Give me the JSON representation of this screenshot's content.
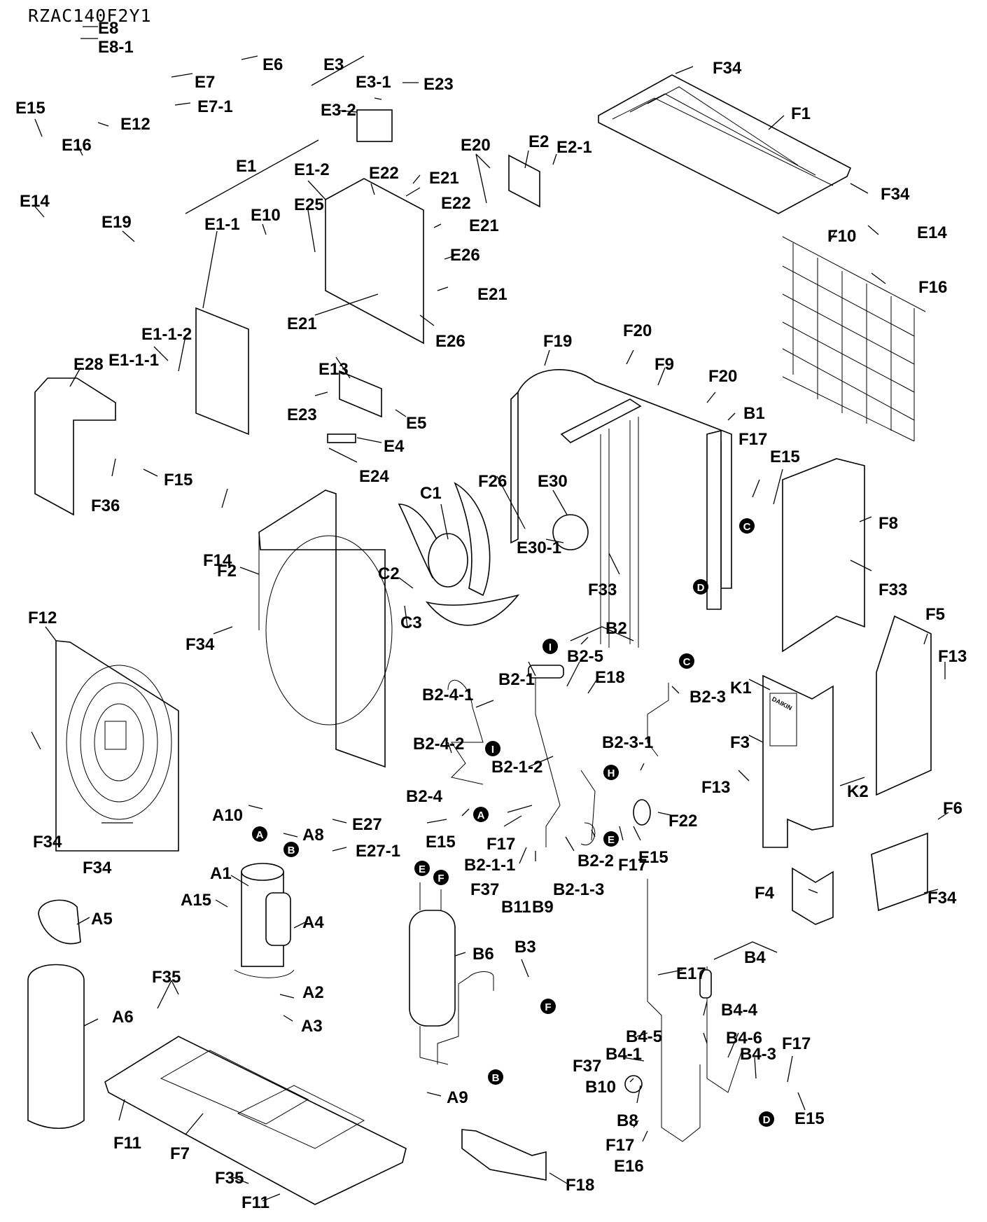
{
  "title": "RZAC140F2Y1",
  "brand_on_panel": "DAIKIN",
  "callouts": [
    {
      "id": "E8",
      "label": "E8"
    },
    {
      "id": "E8-1",
      "label": "E8-1"
    },
    {
      "id": "E6",
      "label": "E6"
    },
    {
      "id": "E7",
      "label": "E7"
    },
    {
      "id": "E7-1",
      "label": "E7-1"
    },
    {
      "id": "E3",
      "label": "E3"
    },
    {
      "id": "E3-1",
      "label": "E3-1"
    },
    {
      "id": "E3-2",
      "label": "E3-2"
    },
    {
      "id": "E23a",
      "label": "E23"
    },
    {
      "id": "E15a",
      "label": "E15"
    },
    {
      "id": "E16a",
      "label": "E16"
    },
    {
      "id": "E12",
      "label": "E12"
    },
    {
      "id": "E14a",
      "label": "E14"
    },
    {
      "id": "E19",
      "label": "E19"
    },
    {
      "id": "E1",
      "label": "E1"
    },
    {
      "id": "E1-1",
      "label": "E1-1"
    },
    {
      "id": "E1-2",
      "label": "E1-2"
    },
    {
      "id": "E10",
      "label": "E10"
    },
    {
      "id": "E25",
      "label": "E25"
    },
    {
      "id": "E22a",
      "label": "E22"
    },
    {
      "id": "E22b",
      "label": "E22"
    },
    {
      "id": "E21a",
      "label": "E21"
    },
    {
      "id": "E21b",
      "label": "E21"
    },
    {
      "id": "E21c",
      "label": "E21"
    },
    {
      "id": "E21d",
      "label": "E21"
    },
    {
      "id": "E26a",
      "label": "E26"
    },
    {
      "id": "E26b",
      "label": "E26"
    },
    {
      "id": "E20",
      "label": "E20"
    },
    {
      "id": "E2",
      "label": "E2"
    },
    {
      "id": "E2-1",
      "label": "E2-1"
    },
    {
      "id": "F34a",
      "label": "F34"
    },
    {
      "id": "F1",
      "label": "F1"
    },
    {
      "id": "F34b",
      "label": "F34"
    },
    {
      "id": "F10",
      "label": "F10"
    },
    {
      "id": "E14b",
      "label": "E14"
    },
    {
      "id": "F16",
      "label": "F16"
    },
    {
      "id": "E1-1-2",
      "label": "E1-1-2"
    },
    {
      "id": "E1-1-1",
      "label": "E1-1-1"
    },
    {
      "id": "E28",
      "label": "E28"
    },
    {
      "id": "E13",
      "label": "E13"
    },
    {
      "id": "E23b",
      "label": "E23"
    },
    {
      "id": "E5",
      "label": "E5"
    },
    {
      "id": "E4",
      "label": "E4"
    },
    {
      "id": "E24",
      "label": "E24"
    },
    {
      "id": "F15",
      "label": "F15"
    },
    {
      "id": "F36",
      "label": "F36"
    },
    {
      "id": "F19",
      "label": "F19"
    },
    {
      "id": "F20a",
      "label": "F20"
    },
    {
      "id": "F9",
      "label": "F9"
    },
    {
      "id": "F20b",
      "label": "F20"
    },
    {
      "id": "B1",
      "label": "B1"
    },
    {
      "id": "F17a",
      "label": "F17"
    },
    {
      "id": "E15b",
      "label": "E15"
    },
    {
      "id": "F8",
      "label": "F8"
    },
    {
      "id": "F33a",
      "label": "F33"
    },
    {
      "id": "F26",
      "label": "F26"
    },
    {
      "id": "E30",
      "label": "E30"
    },
    {
      "id": "E30-1",
      "label": "E30-1"
    },
    {
      "id": "F33b",
      "label": "F33"
    },
    {
      "id": "C1",
      "label": "C1"
    },
    {
      "id": "C2",
      "label": "C2"
    },
    {
      "id": "C3",
      "label": "C3"
    },
    {
      "id": "F14",
      "label": "F14"
    },
    {
      "id": "F2",
      "label": "F2"
    },
    {
      "id": "F34c",
      "label": "F34"
    },
    {
      "id": "F12",
      "label": "F12"
    },
    {
      "id": "F34d",
      "label": "F34"
    },
    {
      "id": "F34e",
      "label": "F34"
    },
    {
      "id": "B2",
      "label": "B2"
    },
    {
      "id": "B2-5",
      "label": "B2-5"
    },
    {
      "id": "E18",
      "label": "E18"
    },
    {
      "id": "B2-1",
      "label": "B2-1"
    },
    {
      "id": "B2-4-1",
      "label": "B2-4-1"
    },
    {
      "id": "B2-4-2",
      "label": "B2-4-2"
    },
    {
      "id": "B2-1-2",
      "label": "B2-1-2"
    },
    {
      "id": "B2-3",
      "label": "B2-3"
    },
    {
      "id": "B2-3-1",
      "label": "B2-3-1"
    },
    {
      "id": "B2-4",
      "label": "B2-4"
    },
    {
      "id": "E15c",
      "label": "E15"
    },
    {
      "id": "F17b",
      "label": "F17"
    },
    {
      "id": "B2-1-1",
      "label": "B2-1-1"
    },
    {
      "id": "F37a",
      "label": "F37"
    },
    {
      "id": "B11",
      "label": "B11"
    },
    {
      "id": "B9",
      "label": "B9"
    },
    {
      "id": "B2-1-3",
      "label": "B2-1-3"
    },
    {
      "id": "B2-2",
      "label": "B2-2"
    },
    {
      "id": "F17c",
      "label": "F17"
    },
    {
      "id": "E15d",
      "label": "E15"
    },
    {
      "id": "F22",
      "label": "F22"
    },
    {
      "id": "F5",
      "label": "F5"
    },
    {
      "id": "F13a",
      "label": "F13"
    },
    {
      "id": "K1",
      "label": "K1"
    },
    {
      "id": "F3",
      "label": "F3"
    },
    {
      "id": "F13b",
      "label": "F13"
    },
    {
      "id": "K2",
      "label": "K2"
    },
    {
      "id": "F6",
      "label": "F6"
    },
    {
      "id": "F4",
      "label": "F4"
    },
    {
      "id": "F34f",
      "label": "F34"
    },
    {
      "id": "A10",
      "label": "A10"
    },
    {
      "id": "A8",
      "label": "A8"
    },
    {
      "id": "E27",
      "label": "E27"
    },
    {
      "id": "E27-1",
      "label": "E27-1"
    },
    {
      "id": "A1",
      "label": "A1"
    },
    {
      "id": "A15",
      "label": "A15"
    },
    {
      "id": "A4",
      "label": "A4"
    },
    {
      "id": "A5",
      "label": "A5"
    },
    {
      "id": "A2",
      "label": "A2"
    },
    {
      "id": "A3",
      "label": "A3"
    },
    {
      "id": "A6",
      "label": "A6"
    },
    {
      "id": "F35a",
      "label": "F35"
    },
    {
      "id": "F11a",
      "label": "F11"
    },
    {
      "id": "F7",
      "label": "F7"
    },
    {
      "id": "F35b",
      "label": "F35"
    },
    {
      "id": "F11b",
      "label": "F11"
    },
    {
      "id": "B6",
      "label": "B6"
    },
    {
      "id": "B3",
      "label": "B3"
    },
    {
      "id": "A9",
      "label": "A9"
    },
    {
      "id": "F18",
      "label": "F18"
    },
    {
      "id": "B4",
      "label": "B4"
    },
    {
      "id": "E17",
      "label": "E17"
    },
    {
      "id": "B4-4",
      "label": "B4-4"
    },
    {
      "id": "B4-5",
      "label": "B4-5"
    },
    {
      "id": "B4-6",
      "label": "B4-6"
    },
    {
      "id": "B4-1",
      "label": "B4-1"
    },
    {
      "id": "B4-3",
      "label": "B4-3"
    },
    {
      "id": "F37b",
      "label": "F37"
    },
    {
      "id": "B10",
      "label": "B10"
    },
    {
      "id": "B8",
      "label": "B8"
    },
    {
      "id": "F17d",
      "label": "F17"
    },
    {
      "id": "E16b",
      "label": "E16"
    },
    {
      "id": "F17e",
      "label": "F17"
    },
    {
      "id": "E15e",
      "label": "E15"
    }
  ],
  "reference_markers": [
    {
      "id": "refC1",
      "letter": "C"
    },
    {
      "id": "refD1",
      "letter": "D"
    },
    {
      "id": "refI1",
      "letter": "I"
    },
    {
      "id": "refC2",
      "letter": "C"
    },
    {
      "id": "refI2",
      "letter": "I"
    },
    {
      "id": "refH",
      "letter": "H"
    },
    {
      "id": "refA1",
      "letter": "A"
    },
    {
      "id": "refE1",
      "letter": "E"
    },
    {
      "id": "refA2",
      "letter": "A"
    },
    {
      "id": "refB1",
      "letter": "B"
    },
    {
      "id": "refE2",
      "letter": "E"
    },
    {
      "id": "refF1",
      "letter": "F"
    },
    {
      "id": "refF2",
      "letter": "F"
    },
    {
      "id": "refB2",
      "letter": "B"
    },
    {
      "id": "refD2",
      "letter": "D"
    }
  ]
}
